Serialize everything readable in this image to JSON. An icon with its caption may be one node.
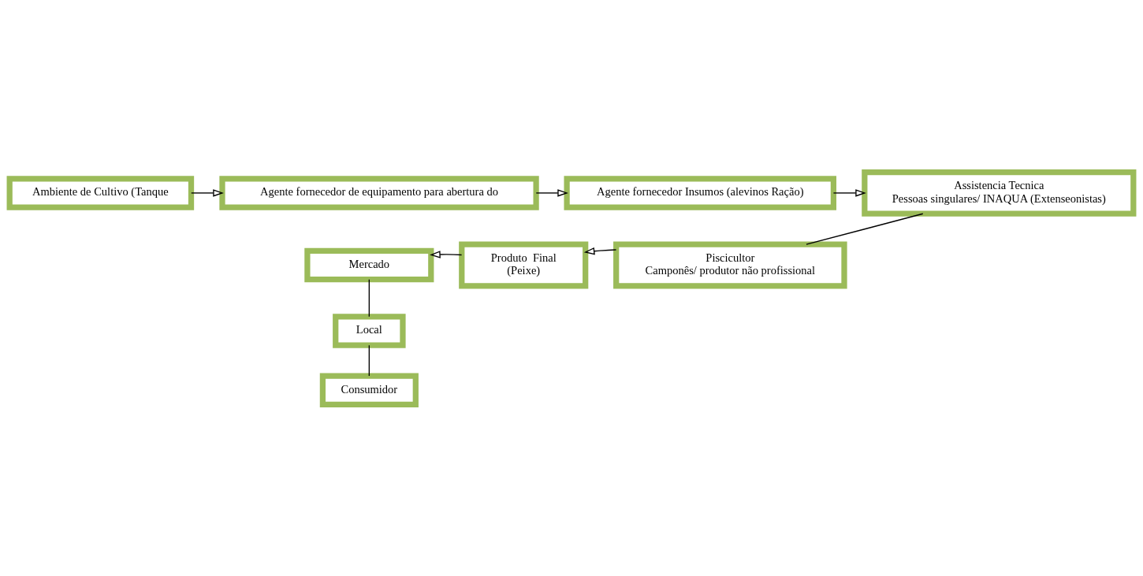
{
  "diagram": {
    "nodes": [
      {
        "text": [
          "Ambiente de Cultivo (Tanque"
        ]
      },
      {
        "text": [
          "Agente fornecedor de equipamento para abertura do"
        ]
      },
      {
        "text": [
          "Agente fornecedor Insumos (alevinos Ração)"
        ]
      },
      {
        "text": [
          "Assistencia Tecnica",
          "Pessoas singulares/ INAQUA (Extenseonistas)"
        ]
      },
      {
        "text": [
          "Piscicultor",
          "Camponês/ produtor não profissional"
        ]
      },
      {
        "text": [
          "Produto  Final",
          "(Peixe)"
        ]
      },
      {
        "text": [
          "Mercado"
        ]
      },
      {
        "text": [
          "Local"
        ]
      },
      {
        "text": [
          "Consumidor"
        ]
      }
    ],
    "edges": [
      {
        "from": 0,
        "to": 1,
        "arrow": "to"
      },
      {
        "from": 1,
        "to": 2,
        "arrow": "to"
      },
      {
        "from": 2,
        "to": 3,
        "arrow": "to"
      },
      {
        "from": 3,
        "to": 4,
        "arrow": "none"
      },
      {
        "from": 4,
        "to": 5,
        "arrow": "to"
      },
      {
        "from": 5,
        "to": 6,
        "arrow": "to"
      },
      {
        "from": 6,
        "to": 7,
        "arrow": "none"
      },
      {
        "from": 7,
        "to": 8,
        "arrow": "none"
      }
    ]
  }
}
